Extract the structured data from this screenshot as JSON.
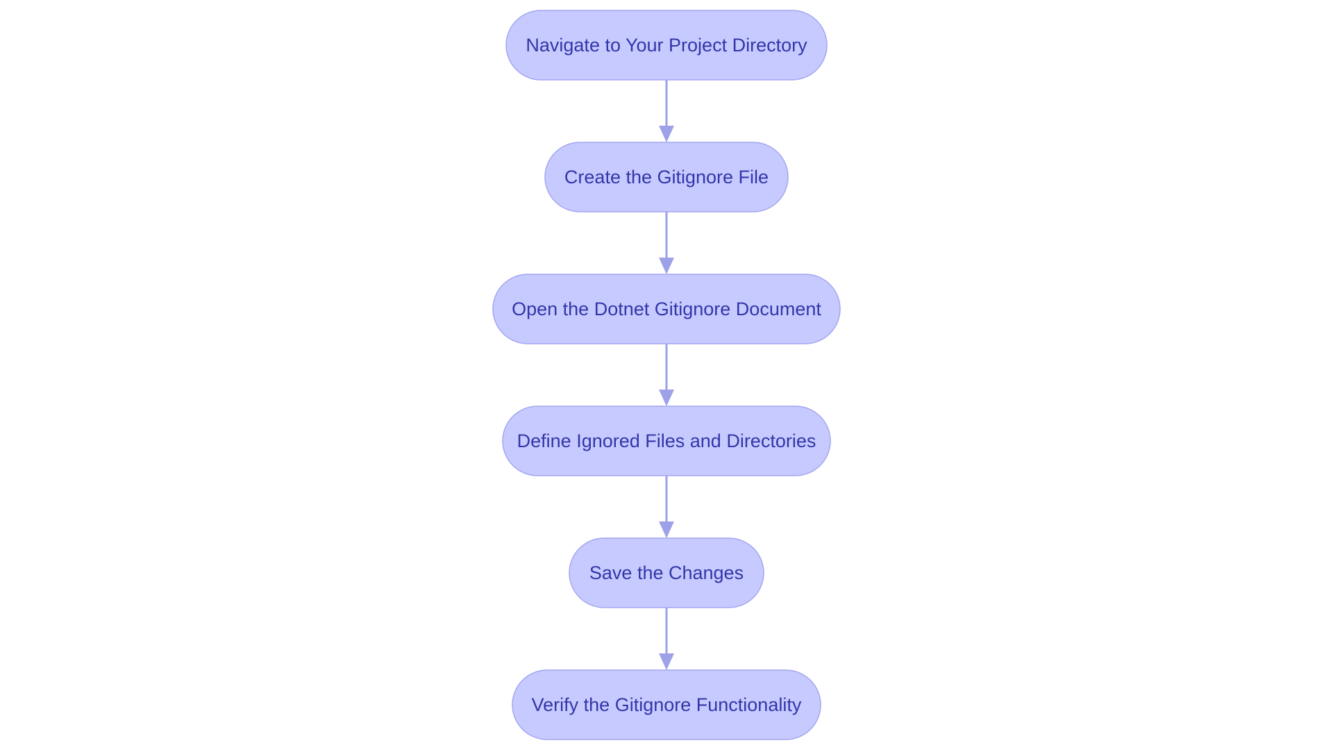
{
  "diagram": {
    "type": "flowchart",
    "direction": "top-to-bottom",
    "colors": {
      "node_fill": "#c7caff",
      "node_stroke": "#a3a6f0",
      "node_text": "#3236a8",
      "edge": "#9da1e8",
      "background": "#ffffff"
    },
    "steps": [
      {
        "label": "Navigate to Your Project Directory"
      },
      {
        "label": "Create the Gitignore File"
      },
      {
        "label": "Open the Dotnet Gitignore Document"
      },
      {
        "label": "Define Ignored Files and Directories"
      },
      {
        "label": "Save the Changes"
      },
      {
        "label": "Verify the Gitignore Functionality"
      }
    ],
    "edges": [
      {
        "from": 0,
        "to": 1
      },
      {
        "from": 1,
        "to": 2
      },
      {
        "from": 2,
        "to": 3
      },
      {
        "from": 3,
        "to": 4
      },
      {
        "from": 4,
        "to": 5
      }
    ]
  }
}
